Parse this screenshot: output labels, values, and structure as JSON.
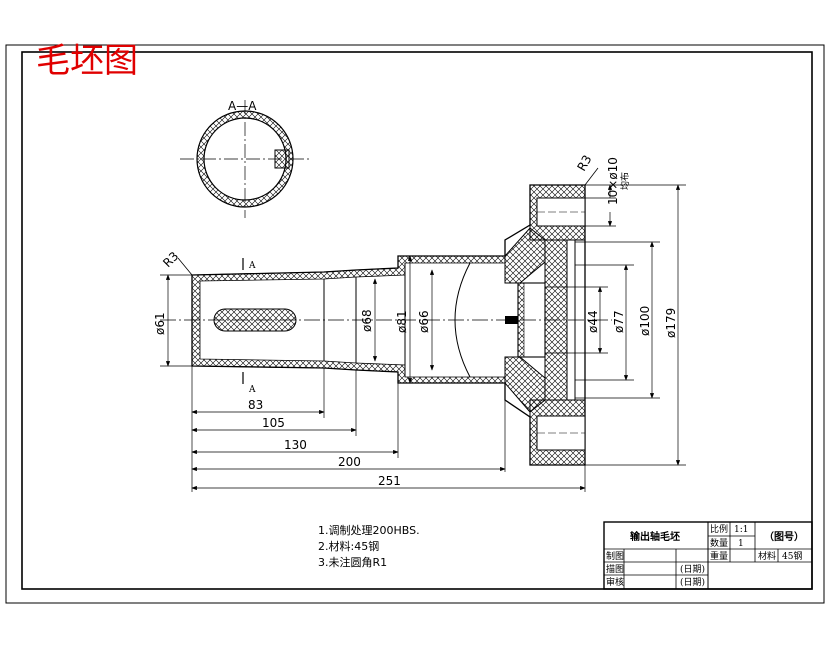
{
  "watermark": "毛坯图",
  "section": {
    "label": "A—A",
    "cut_letter": "A"
  },
  "callouts": {
    "radius_left": "R3",
    "radius_right": "R3",
    "holes": "10×ø10",
    "holes_suffix": "均布"
  },
  "diameters": {
    "d61": "ø61",
    "d68": "ø68",
    "d81": "ø81",
    "d66": "ø66",
    "d44": "ø44",
    "d77": "ø77",
    "d100": "ø100",
    "d179": "ø179"
  },
  "lengths": {
    "l83": "83",
    "l105": "105",
    "l130": "130",
    "l200": "200",
    "l251": "251"
  },
  "notes": [
    "1.调制处理200HBS.",
    "2.材料:45钢",
    "3.未注圆角R1"
  ],
  "title_block": {
    "part_name": "输出轴毛坯",
    "scale_label": "比例",
    "scale_value": "1:1",
    "qty_label": "数量",
    "qty_value": "1",
    "weight_label": "重量",
    "drawing_no": "（图号）",
    "material_label": "材料",
    "material_value": "45钢",
    "drawn_by": "制图",
    "checked_by": "描图",
    "approved_by": "审核",
    "date1": "(日期)",
    "date2": "(日期)"
  },
  "colors": {
    "line": "#000000",
    "watermark": "#e00000"
  }
}
